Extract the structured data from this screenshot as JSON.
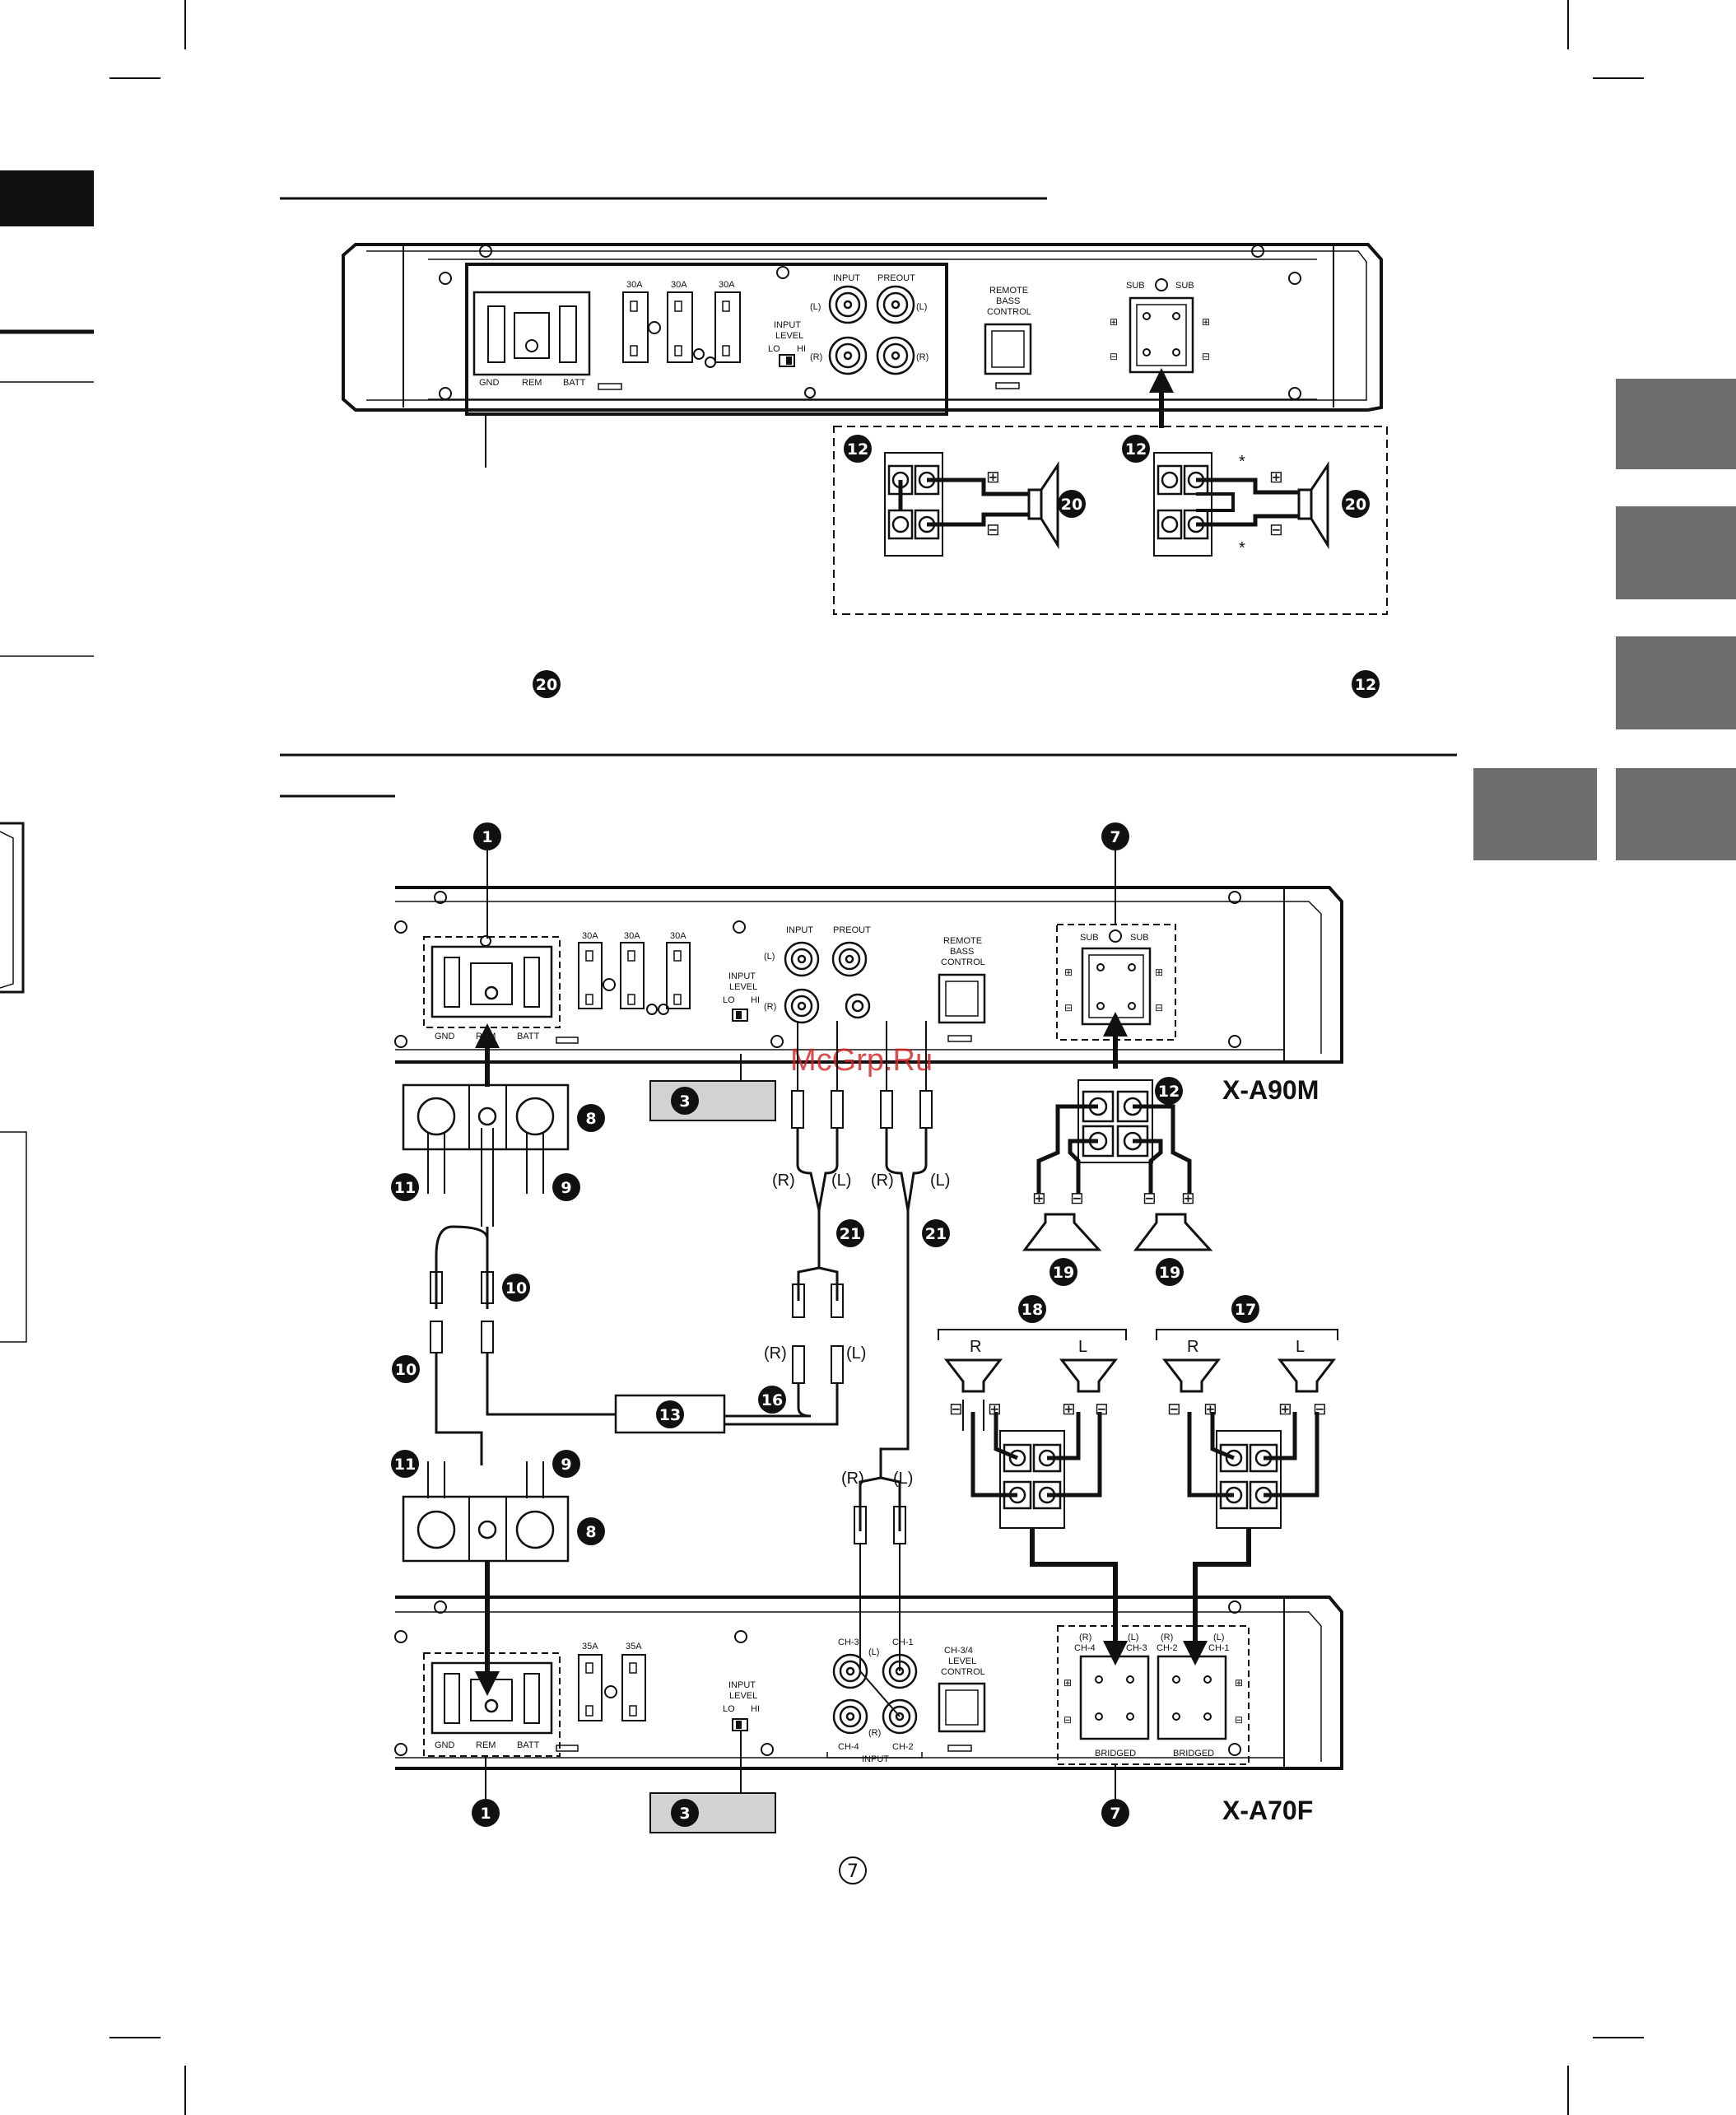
{
  "colors": {
    "ink": "#111111",
    "tab_gray": "#6e6e6e",
    "box_gray": "#d2d2d2",
    "watermark": "#d42020"
  },
  "watermark": "McGrp.Ru",
  "page_number": "7",
  "top_panel": {
    "fuses": [
      "30A",
      "30A",
      "30A"
    ],
    "power_terminals": {
      "gnd": "GND",
      "rem": "REM",
      "batt": "BATT"
    },
    "input_label": "INPUT",
    "preout_label": "PREOUT",
    "input_level": {
      "title_1": "INPUT",
      "title_2": "LEVEL",
      "lo": "LO",
      "hi": "HI"
    },
    "channel_left": "(L)",
    "channel_right": "(R)",
    "remote": {
      "line1": "REMOTE",
      "line2": "BASS",
      "line3": "CONTROL"
    },
    "sub_left": "SUB",
    "sub_right": "SUB",
    "plus": "⊞",
    "minus": "⊟",
    "asterisk": "*"
  },
  "x_a90m": {
    "model": "X-A90M",
    "fuses": [
      "30A",
      "30A",
      "30A"
    ],
    "gnd": "GND",
    "rem": "REM",
    "batt": "BATT",
    "input": "INPUT",
    "preout": "PREOUT",
    "level_1": "INPUT",
    "level_2": "LEVEL",
    "lo": "LO",
    "hi": "HI",
    "remote_1": "REMOTE",
    "remote_2": "BASS",
    "remote_3": "CONTROL",
    "sub": "SUB"
  },
  "x_a70f": {
    "model": "X-A70F",
    "fuses": [
      "35A",
      "35A"
    ],
    "gnd": "GND",
    "rem": "REM",
    "batt": "BATT",
    "level_1": "INPUT",
    "level_2": "LEVEL",
    "lo": "LO",
    "hi": "HI",
    "ch3": "CH-3",
    "ch1": "CH-1",
    "ch4": "CH-4",
    "ch2": "CH-2",
    "input": "INPUT",
    "ctrl_1": "CH-3/4",
    "ctrl_2": "LEVEL",
    "ctrl_3": "CONTROL",
    "spk_labels": [
      "(R)",
      "(L)",
      "(R)",
      "(L)"
    ],
    "spk_ch": [
      "CH-4",
      "CH-3",
      "CH-2",
      "CH-1"
    ],
    "bridged": "BRIDGED"
  },
  "cable_labels": {
    "r": "(R)",
    "l": "(L)"
  },
  "speaker_letters": {
    "r": "R",
    "l": "L"
  },
  "callouts": {
    "c1": "1",
    "c3": "3",
    "c7": "7",
    "c8": "8",
    "c9": "9",
    "c10": "10",
    "c11": "11",
    "c12": "12",
    "c13": "13",
    "c16": "16",
    "c17": "17",
    "c18": "18",
    "c19": "19",
    "c20": "20",
    "c21": "21"
  }
}
